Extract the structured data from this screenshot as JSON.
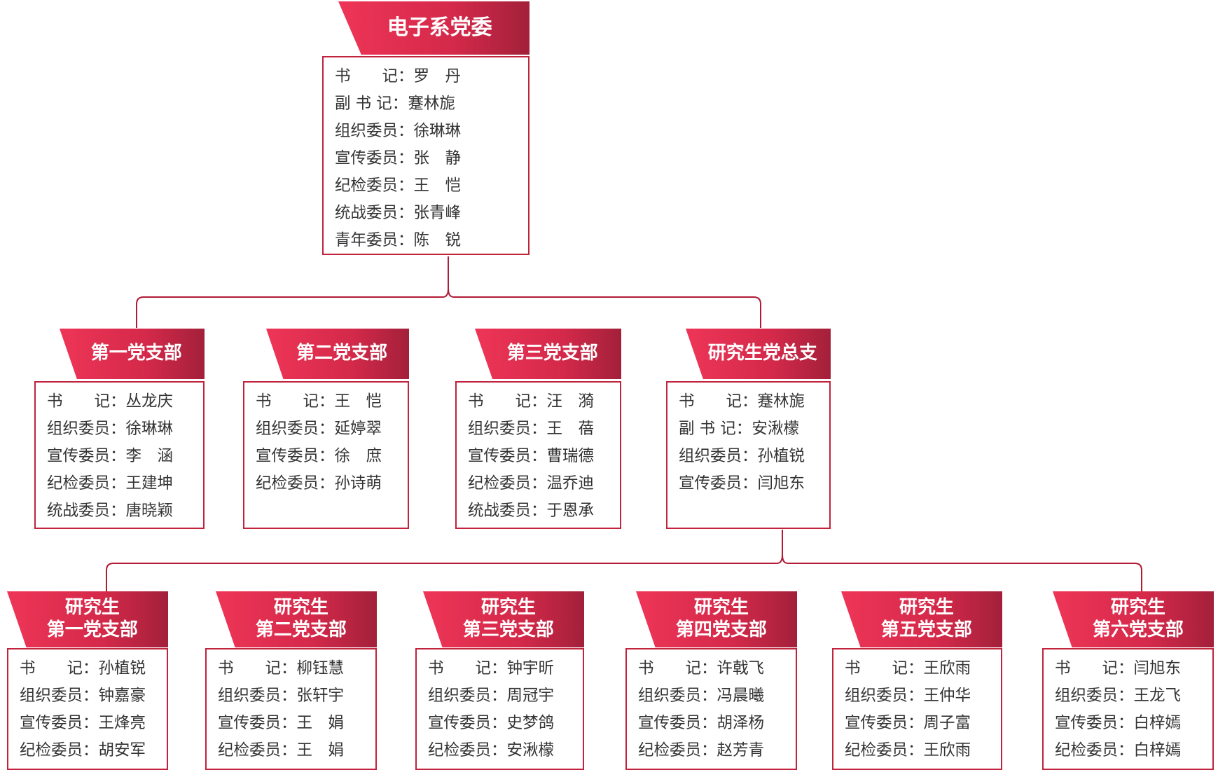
{
  "committee": {
    "title": "电子系党委",
    "members": [
      {
        "role": "书　　记：",
        "name": "罗　丹"
      },
      {
        "role": "副 书 记：",
        "name": "蹇林旎"
      },
      {
        "role": "组织委员：",
        "name": "徐琳琳"
      },
      {
        "role": "宣传委员：",
        "name": "张　静"
      },
      {
        "role": "纪检委员：",
        "name": "王　恺"
      },
      {
        "role": "统战委员：",
        "name": "张青峰"
      },
      {
        "role": "青年委员：",
        "name": "陈　锐"
      }
    ]
  },
  "branches": [
    {
      "title": [
        "第一党支部"
      ],
      "members": [
        {
          "role": "书　　记：",
          "name": "丛龙庆"
        },
        {
          "role": "组织委员：",
          "name": "徐琳琳"
        },
        {
          "role": "宣传委员：",
          "name": "李　涵"
        },
        {
          "role": "纪检委员：",
          "name": "王建坤"
        },
        {
          "role": "统战委员：",
          "name": "唐晓颖"
        }
      ]
    },
    {
      "title": [
        "第二党支部"
      ],
      "members": [
        {
          "role": "书　　记：",
          "name": "王　恺"
        },
        {
          "role": "组织委员：",
          "name": "延婷翠"
        },
        {
          "role": "宣传委员：",
          "name": "徐　庶"
        },
        {
          "role": "纪检委员：",
          "name": "孙诗萌"
        }
      ]
    },
    {
      "title": [
        "第三党支部"
      ],
      "members": [
        {
          "role": "书　　记：",
          "name": "汪　漪"
        },
        {
          "role": "组织委员：",
          "name": "王　蓓"
        },
        {
          "role": "宣传委员：",
          "name": "曹瑞德"
        },
        {
          "role": "纪检委员：",
          "name": "温乔迪"
        },
        {
          "role": "统战委员：",
          "name": "于恩承"
        }
      ]
    },
    {
      "title": [
        "研究生党总支"
      ],
      "members": [
        {
          "role": "书　　记：",
          "name": "蹇林旎"
        },
        {
          "role": "副 书 记：",
          "name": "安湫檬"
        },
        {
          "role": "组织委员：",
          "name": "孙植锐"
        },
        {
          "role": "宣传委员：",
          "name": "闫旭东"
        }
      ]
    }
  ],
  "grad_branches": [
    {
      "title": [
        "研究生",
        "第一党支部"
      ],
      "members": [
        {
          "role": "书　　记：",
          "name": "孙植锐"
        },
        {
          "role": "组织委员：",
          "name": "钟嘉豪"
        },
        {
          "role": "宣传委员：",
          "name": "王烽亮"
        },
        {
          "role": "纪检委员：",
          "name": "胡安军"
        }
      ]
    },
    {
      "title": [
        "研究生",
        "第二党支部"
      ],
      "members": [
        {
          "role": "书　　记：",
          "name": "柳钰慧"
        },
        {
          "role": "组织委员：",
          "name": "张轩宇"
        },
        {
          "role": "宣传委员：",
          "name": "王　娟"
        },
        {
          "role": "纪检委员：",
          "name": "王　娟"
        }
      ]
    },
    {
      "title": [
        "研究生",
        "第三党支部"
      ],
      "members": [
        {
          "role": "书　　记：",
          "name": "钟宇昕"
        },
        {
          "role": "组织委员：",
          "name": "周冠宇"
        },
        {
          "role": "宣传委员：",
          "name": "史梦鸽"
        },
        {
          "role": "纪检委员：",
          "name": "安湫檬"
        }
      ]
    },
    {
      "title": [
        "研究生",
        "第四党支部"
      ],
      "members": [
        {
          "role": "书　　记：",
          "name": "许戟飞"
        },
        {
          "role": "组织委员：",
          "name": "冯晨曦"
        },
        {
          "role": "宣传委员：",
          "name": "胡泽杨"
        },
        {
          "role": "纪检委员：",
          "name": "赵芳青"
        }
      ]
    },
    {
      "title": [
        "研究生",
        "第五党支部"
      ],
      "members": [
        {
          "role": "书　　记：",
          "name": "王欣雨"
        },
        {
          "role": "组织委员：",
          "name": "王仲华"
        },
        {
          "role": "宣传委员：",
          "name": "周子富"
        },
        {
          "role": "纪检委员：",
          "name": "王欣雨"
        }
      ]
    },
    {
      "title": [
        "研究生",
        "第六党支部"
      ],
      "members": [
        {
          "role": "书　　记：",
          "name": "闫旭东"
        },
        {
          "role": "组织委员：",
          "name": "王龙飞"
        },
        {
          "role": "宣传委员：",
          "name": "白梓嫣"
        },
        {
          "role": "纪检委员：",
          "name": "白梓嫣"
        }
      ]
    }
  ],
  "colors": {
    "accent": "#d4294a",
    "border": "#c1223c",
    "connector": "#b11b35"
  }
}
